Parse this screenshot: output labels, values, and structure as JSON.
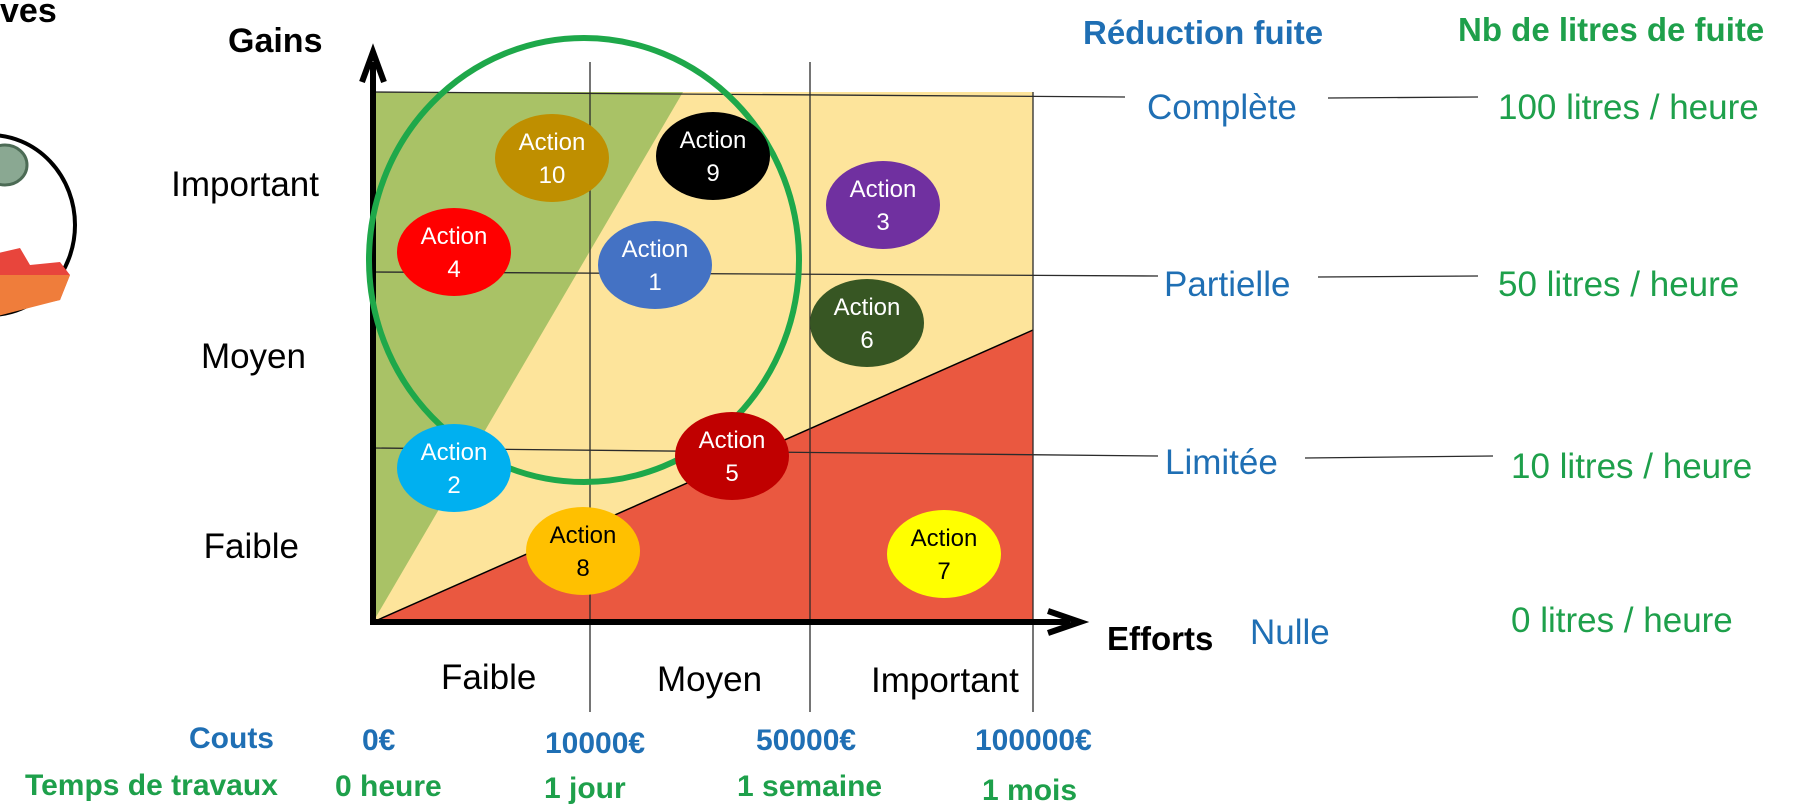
{
  "header_partial": "ves",
  "y_axis_partial": "Gains",
  "x_axis_title": "Efforts",
  "y_levels": [
    "Important",
    "Moyen",
    "Faible"
  ],
  "x_levels": [
    "Faible",
    "Moyen",
    "Important"
  ],
  "reduction": {
    "title": "Réduction fuite",
    "levels": [
      "Complète",
      "Partielle",
      "Limitée",
      "Nulle"
    ]
  },
  "leak": {
    "title": "Nb de litres de fuite",
    "levels": [
      "100 litres / heure",
      "50 litres / heure",
      "10 litres / heure",
      "0 litres / heure"
    ]
  },
  "costs": {
    "label": "Couts",
    "values": [
      "0€",
      "10000€",
      "50000€",
      "100000€"
    ]
  },
  "work_time": {
    "label": "Temps de travaux",
    "values": [
      "0 heure",
      "1 jour",
      "1 semaine",
      "1 mois"
    ]
  },
  "colors": {
    "green_zone": "#a9c266",
    "yellow_zone": "#fde49b",
    "red_zone": "#ea5840",
    "circle": "#1ea84a",
    "blue_text": "#1f6fb4",
    "green_text": "#1ea04b"
  },
  "actions": [
    {
      "label": "Action",
      "num": "10",
      "color": "#bf8f00",
      "text": "#ffffff"
    },
    {
      "label": "Action",
      "num": "9",
      "color": "#000000",
      "text": "#ffffff"
    },
    {
      "label": "Action",
      "num": "3",
      "color": "#7030a0",
      "text": "#ffffff"
    },
    {
      "label": "Action",
      "num": "4",
      "color": "#ff0000",
      "text": "#ffffff"
    },
    {
      "label": "Action",
      "num": "1",
      "color": "#4472c4",
      "text": "#ffffff"
    },
    {
      "label": "Action",
      "num": "6",
      "color": "#375623",
      "text": "#ffffff"
    },
    {
      "label": "Action",
      "num": "2",
      "color": "#00b0f0",
      "text": "#ffffff"
    },
    {
      "label": "Action",
      "num": "5",
      "color": "#c00000",
      "text": "#ffffff"
    },
    {
      "label": "Action",
      "num": "8",
      "color": "#ffc000",
      "text": "#000000"
    },
    {
      "label": "Action",
      "num": "7",
      "color": "#ffff00",
      "text": "#000000"
    }
  ]
}
